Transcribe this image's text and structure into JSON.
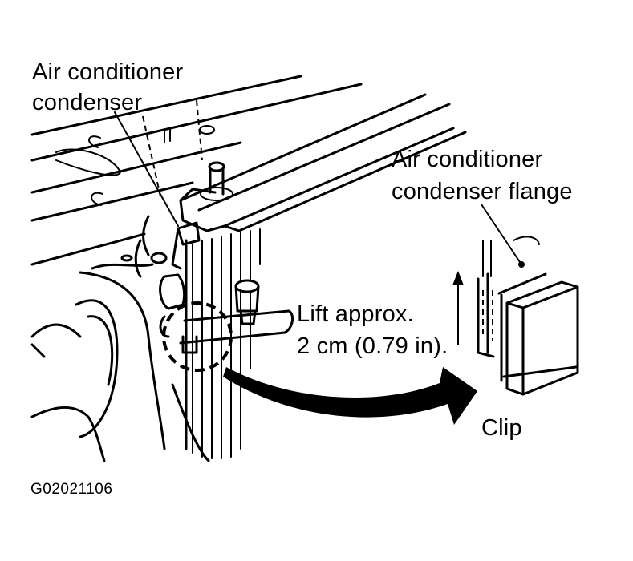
{
  "labels": {
    "condenser_line1": "Air conditioner",
    "condenser_line2": "condenser",
    "flange_line1": "Air conditioner",
    "flange_line2": "condenser flange",
    "lift_line1": "Lift approx.",
    "lift_line2": "2 cm (0.79 in).",
    "clip": "Clip",
    "figure_code": "G02021106"
  },
  "colors": {
    "ink": "#000000",
    "paper": "#ffffff"
  }
}
